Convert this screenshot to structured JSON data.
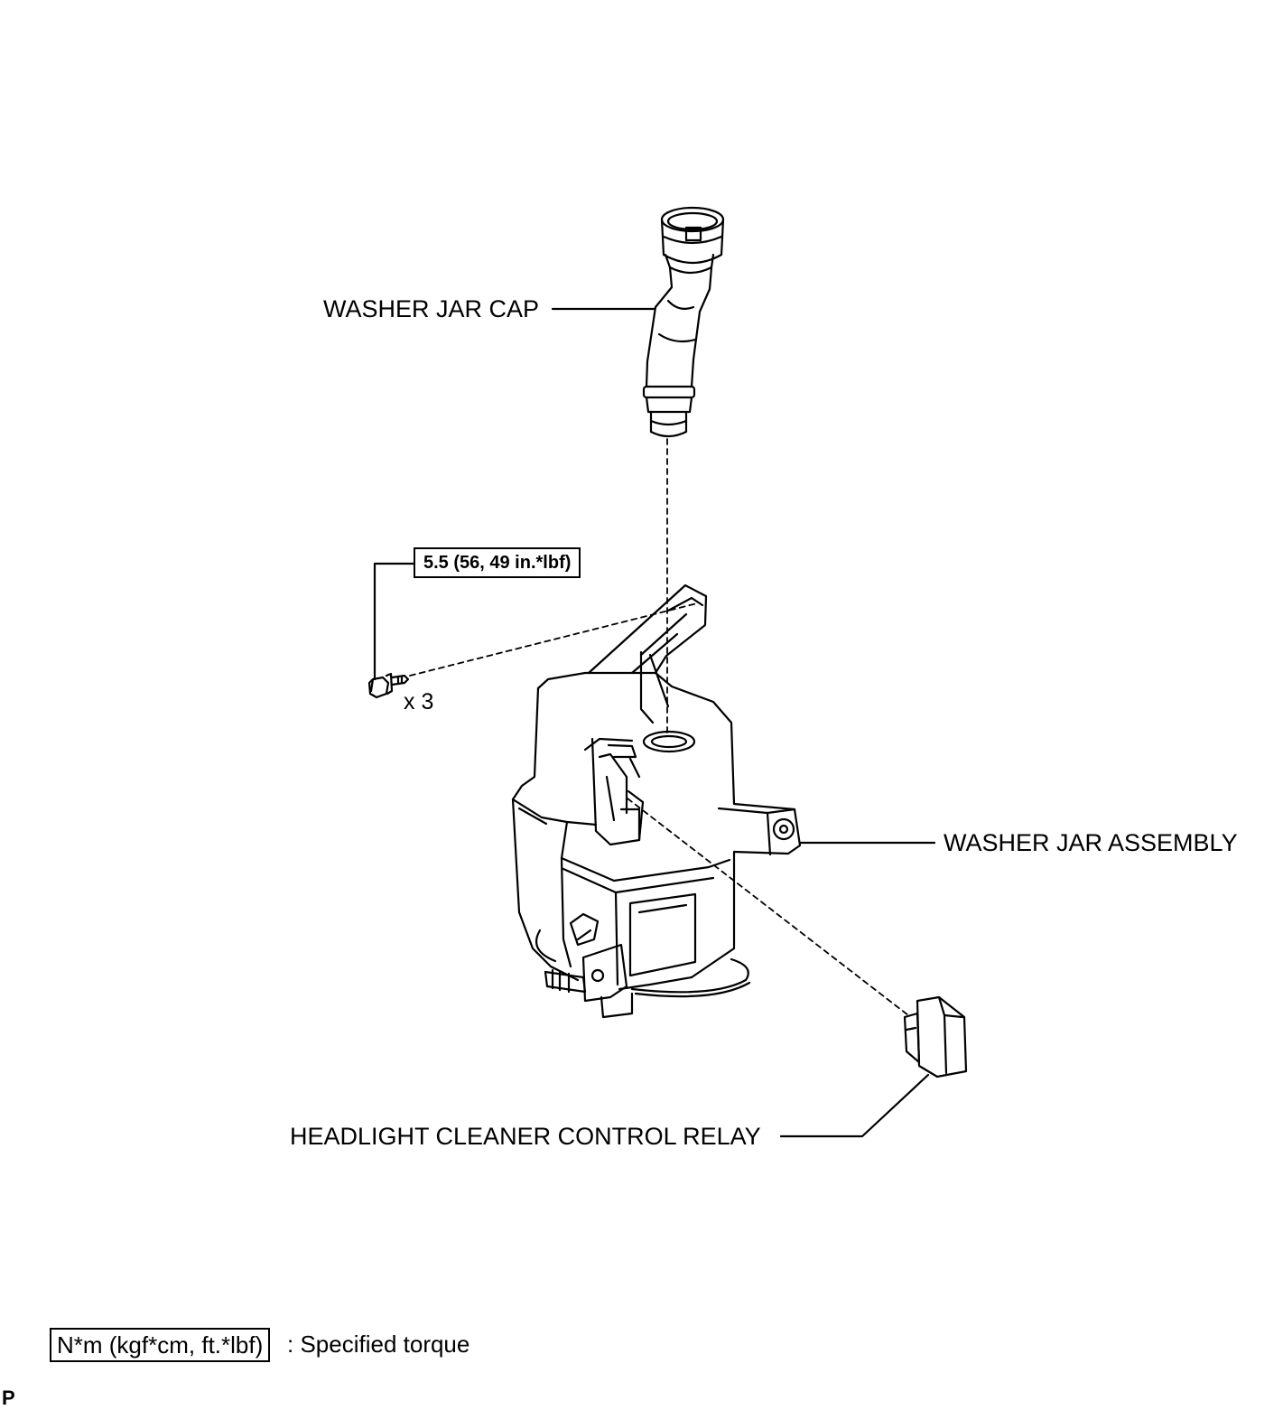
{
  "labels": {
    "washer_jar_cap": "WASHER JAR CAP",
    "washer_jar_assembly": "WASHER JAR ASSEMBLY",
    "headlight_cleaner_control_relay": "HEADLIGHT CLEANER CONTROL RELAY",
    "bolt_quantity": "x 3"
  },
  "torque": {
    "value": "5.5 (56, 49 in.*lbf)"
  },
  "legend": {
    "unit_box": "N*m (kgf*cm, ft.*lbf)",
    "description": ": Specified torque"
  },
  "corner_mark": "P"
}
